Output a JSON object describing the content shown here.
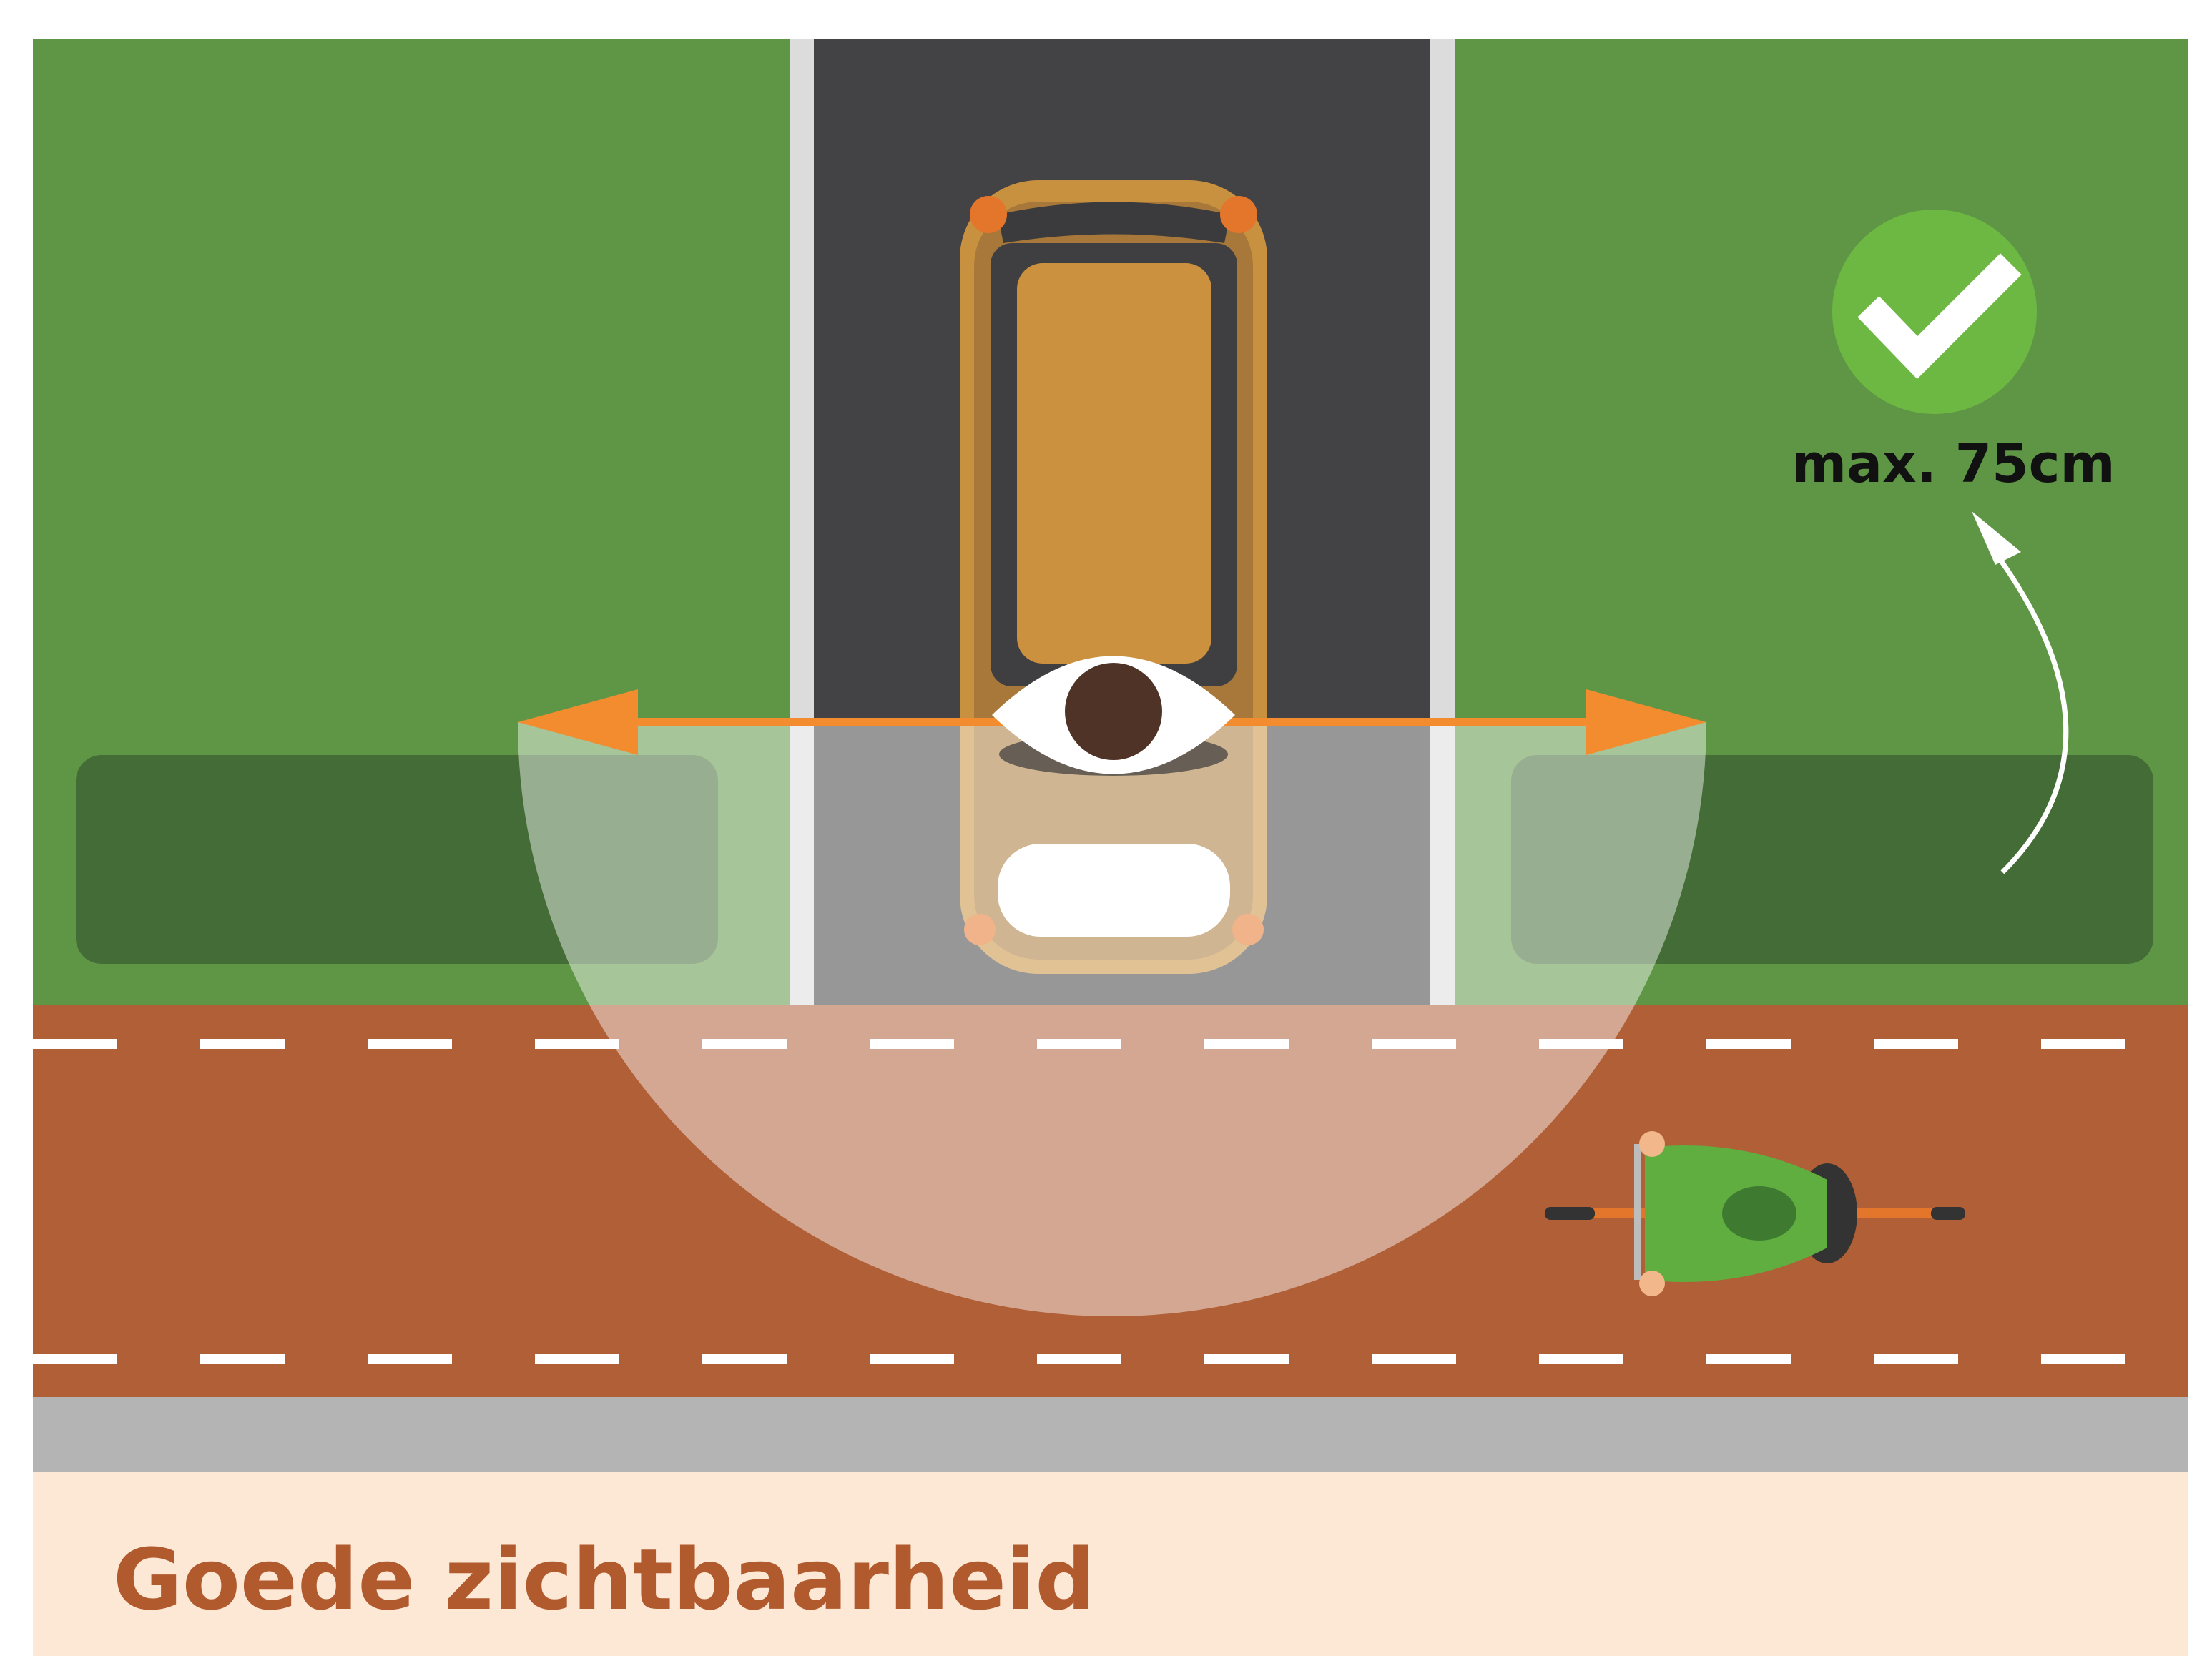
{
  "caption": "Goede zichtbaarheid",
  "height_label": "max. 75cm",
  "check_status": "good",
  "colors": {
    "grass": "#5e9645",
    "hedge": "#436c36",
    "road": "#434244",
    "cycle_path": "#b05f37",
    "sidewalk": "#b4b4b5",
    "caption_bg": "#fde8d6",
    "caption_text": "#b05a2e",
    "arrow": "#f28c2e",
    "check": "#6db843",
    "car": "#c8913f"
  },
  "icons": [
    "eye-icon",
    "check-icon",
    "curved-arrow-icon",
    "car",
    "cyclist"
  ]
}
